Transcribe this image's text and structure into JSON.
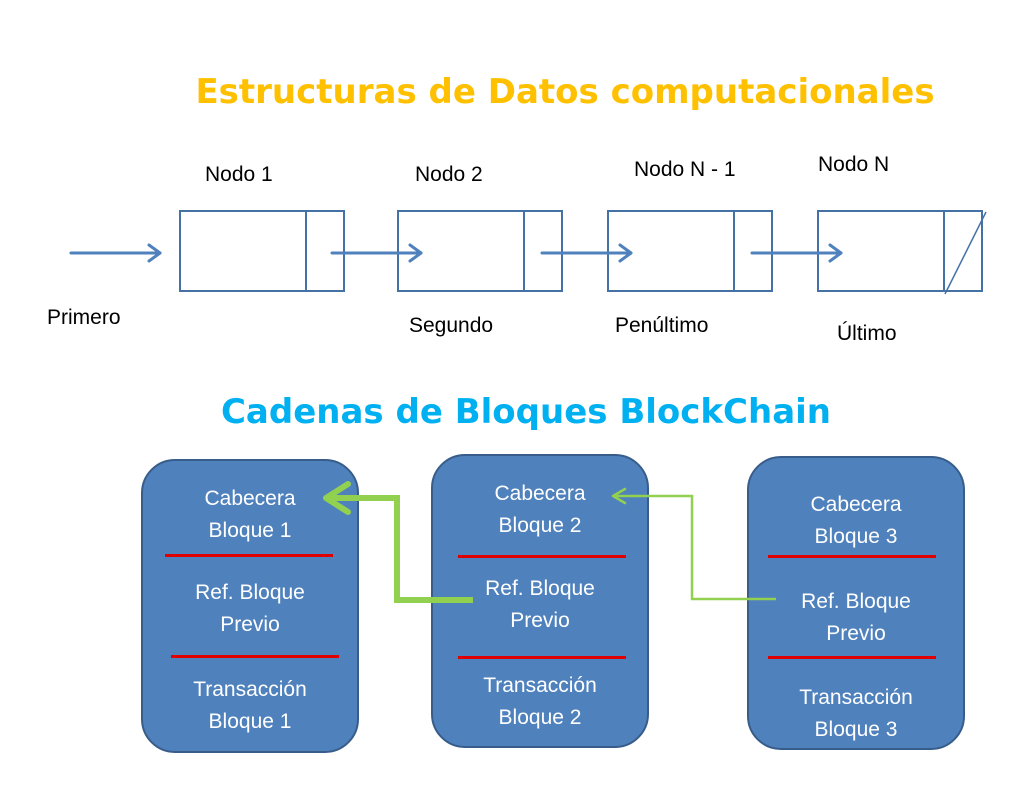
{
  "titles": {
    "top": "Estructuras de Datos computacionales",
    "bottom": "Cadenas de Bloques BlockChain"
  },
  "linked_list": {
    "nodes": [
      {
        "name": "Nodo 1",
        "position_label": ""
      },
      {
        "name": "Nodo 2",
        "position_label": "Segundo"
      },
      {
        "name": "Nodo N - 1",
        "position_label": "Penúltimo"
      },
      {
        "name": "Nodo N",
        "position_label": "Último"
      }
    ],
    "head_label": "Primero"
  },
  "blockchain": {
    "blocks": [
      {
        "header": "Cabecera\nBloque 1",
        "ref": "Ref. Bloque\nPrevio",
        "tx": "Transacción\nBloque  1"
      },
      {
        "header": "Cabecera\nBloque 2",
        "ref": "Ref. Bloque\nPrevio",
        "tx": "Transacción\nBloque  2"
      },
      {
        "header": "Cabecera\nBloque 3",
        "ref": "Ref. Bloque\nPrevio",
        "tx": "Transacción\nBloque 3"
      }
    ]
  },
  "colors": {
    "title_top": "#FFC000",
    "title_bottom": "#00B0F0",
    "node_border": "#4472A4",
    "block_fill": "#4F81BD",
    "separator": "#E00000",
    "chain_arrow": "#92D050"
  }
}
